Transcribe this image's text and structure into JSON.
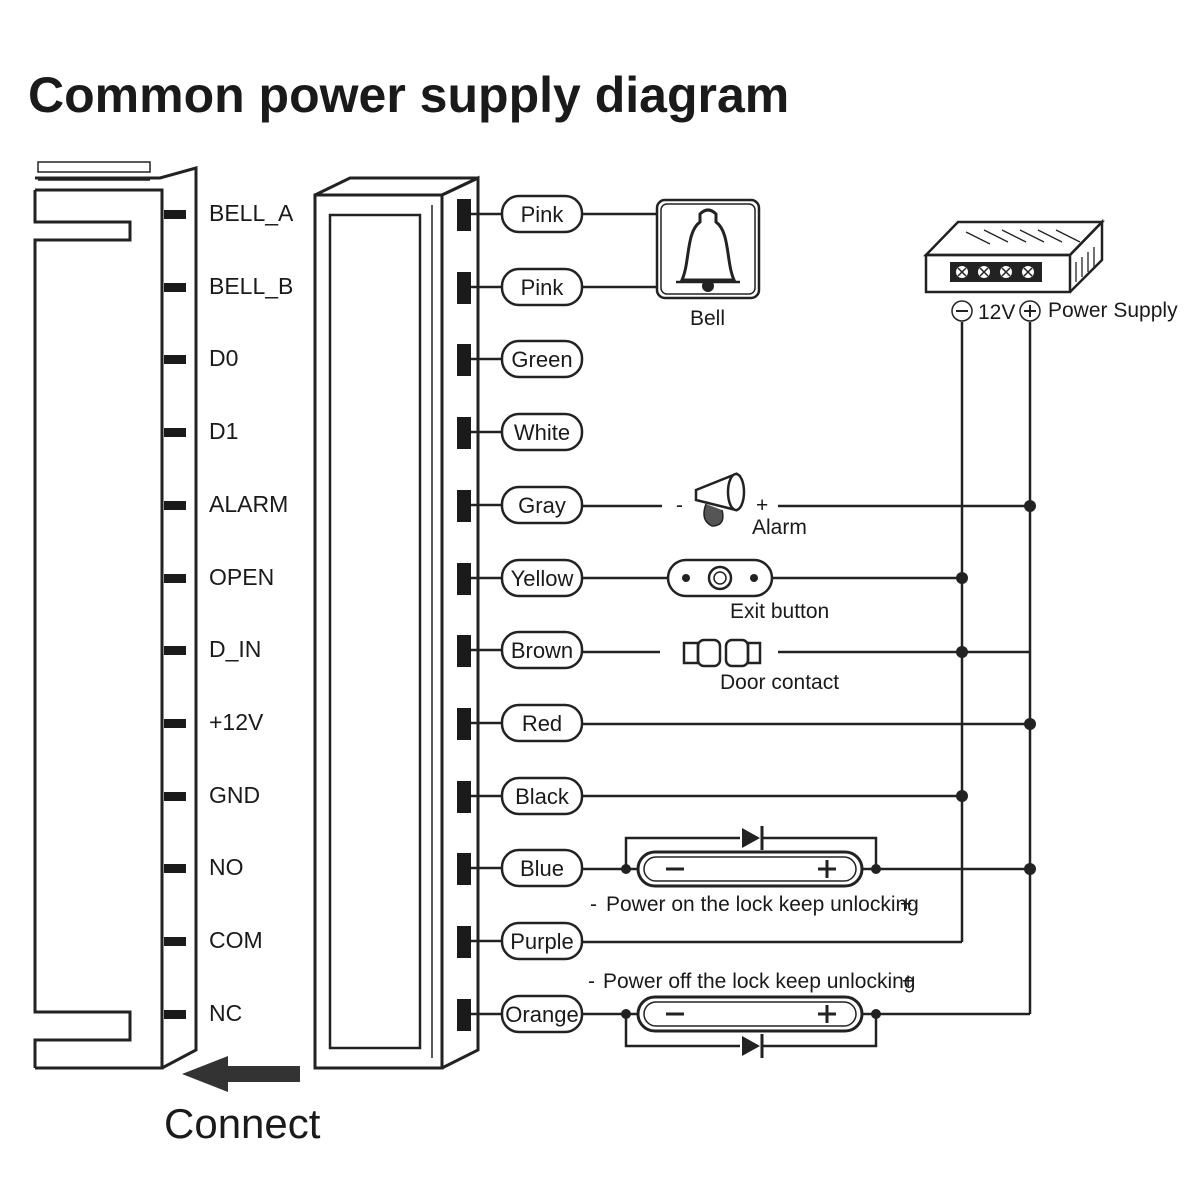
{
  "title": "Common power supply diagram",
  "terminals": [
    {
      "pin": "BELL_A",
      "wire": "Pink"
    },
    {
      "pin": "BELL_B",
      "wire": "Pink"
    },
    {
      "pin": "D0",
      "wire": "Green"
    },
    {
      "pin": "D1",
      "wire": "White"
    },
    {
      "pin": "ALARM",
      "wire": "Gray"
    },
    {
      "pin": "OPEN",
      "wire": "Yellow"
    },
    {
      "pin": "D_IN",
      "wire": "Brown"
    },
    {
      "pin": "+12V",
      "wire": "Red"
    },
    {
      "pin": "GND",
      "wire": "Black"
    },
    {
      "pin": "NO",
      "wire": "Blue"
    },
    {
      "pin": "COM",
      "wire": "Purple"
    },
    {
      "pin": "NC",
      "wire": "Orange"
    }
  ],
  "devices": {
    "bell": "Bell",
    "alarm": "Alarm",
    "exit_button": "Exit button",
    "door_contact": "Door contact",
    "lock_on": "Power on the lock keep unlocking",
    "lock_off": "Power off the lock keep unlocking"
  },
  "power_supply": {
    "voltage": "12V",
    "label": "Power Supply"
  },
  "connect_label": "Connect"
}
